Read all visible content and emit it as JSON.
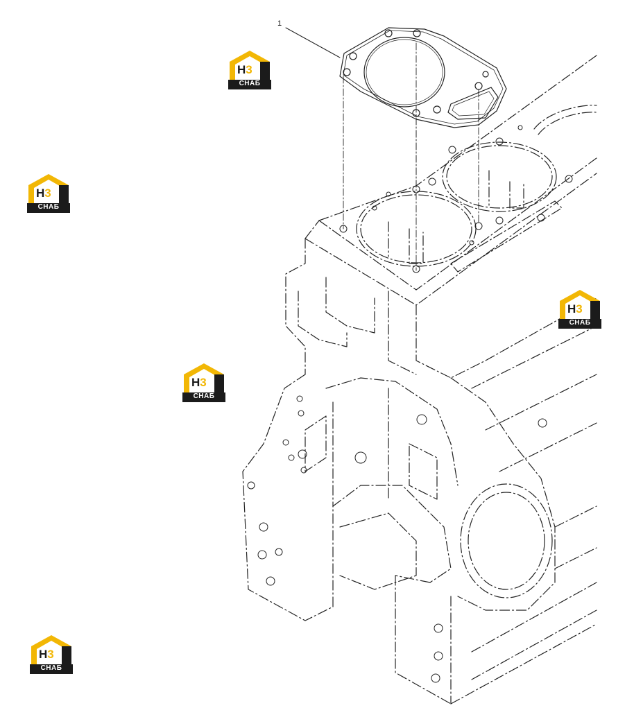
{
  "diagram": {
    "callout_number": "1",
    "line_color": "#222222"
  },
  "watermark": {
    "letter_h": "H",
    "letter_3": "3",
    "caption": "СНАБ",
    "yellow": "#f2b705",
    "dark": "#1b1b1b"
  }
}
